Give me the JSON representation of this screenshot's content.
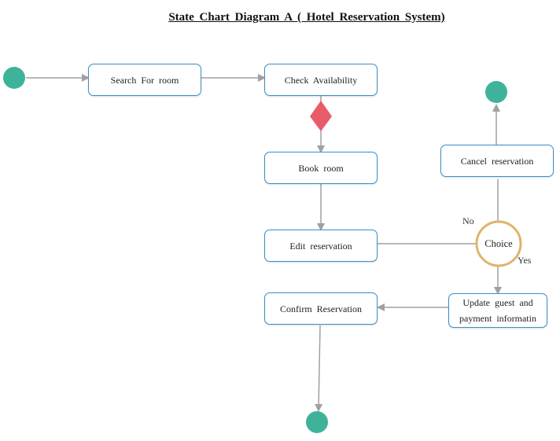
{
  "title": "State  Chart Diagram  A ( Hotel  Reservation  System)",
  "states": {
    "search": "Search  For room",
    "check": "Check  Availability",
    "book": "Book room",
    "edit": "Edit reservation",
    "confirm": "Confirm  Reservation",
    "cancel": "Cancel reservation",
    "update": "Update  guest  and payment  informatin"
  },
  "choice": {
    "label": "Choice",
    "no_label": "No",
    "yes_label": "Yes"
  },
  "colors": {
    "terminal": "#3fb39a",
    "decision": "#e85c69",
    "choice_ring": "#e0b46a",
    "state_border": "#3d8fc7",
    "arrow": "#a0a0a0"
  }
}
